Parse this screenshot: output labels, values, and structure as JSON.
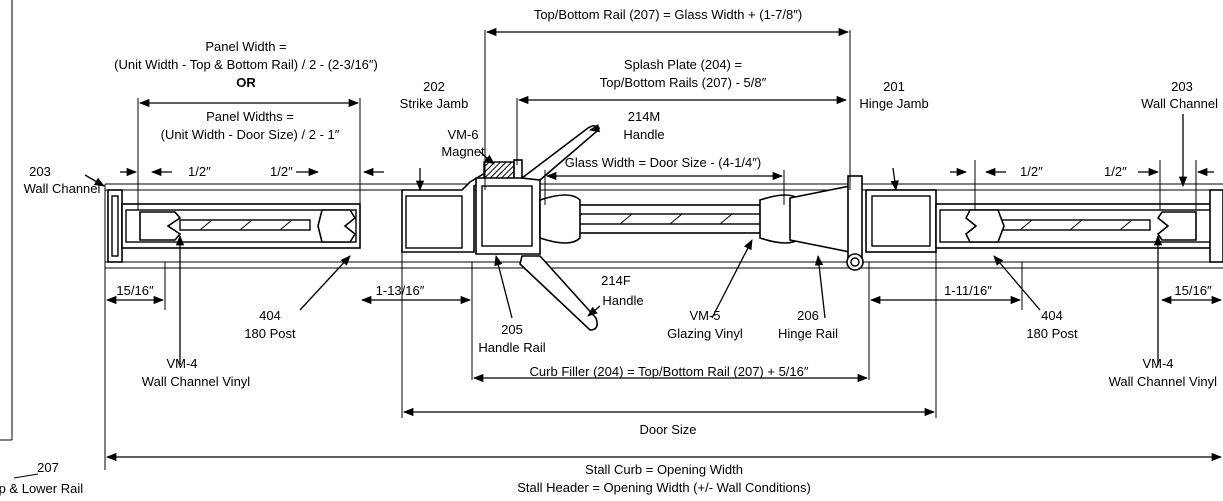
{
  "labels": {
    "top_bottom_rail_formula": "Top/Bottom Rail (207) = Glass Width + (1-7/8″)",
    "panel_width_title": "Panel Width =",
    "panel_width_formula": "(Unit Width - Top & Bottom Rail) / 2 - (2-3/16″)",
    "or": "OR",
    "panel_widths_title": "Panel Widths =",
    "panel_widths_formula": "(Unit Width - Door Size) / 2 - 1″",
    "splash_plate_title": "Splash Plate (204) =",
    "splash_plate_formula": "Top/Bottom Rails (207) - 5/8″",
    "strike_jamb_num": "202",
    "strike_jamb_name": "Strike Jamb",
    "hinge_jamb_num": "201",
    "hinge_jamb_name": "Hinge Jamb",
    "wall_channel_right_num": "203",
    "wall_channel_right_name": "Wall Channel",
    "wall_channel_left_num": "203",
    "wall_channel_left_name": "Wall Channel",
    "handle_m_num": "214M",
    "handle_m_name": "Handle",
    "magnet_num": "VM-6",
    "magnet_name": "Magnet",
    "glass_width_formula": "Glass Width = Door Size - (4-1/4″)",
    "half_inch_1": "1/2″",
    "half_inch_2": "1/2″",
    "half_inch_3": "1/2″",
    "half_inch_4": "1/2″",
    "dim_15_16_left": "15/16″",
    "dim_15_16_right": "15/16″",
    "dim_1_13_16": "1-13/16″",
    "dim_1_11_16": "1-11/16″",
    "post_left_num": "404",
    "post_left_name": "180 Post",
    "post_right_num": "404",
    "post_right_name": "180 Post",
    "handle_f_num": "214F",
    "handle_f_name": "Handle",
    "handle_rail_num": "205",
    "handle_rail_name": "Handle Rail",
    "glazing_vinyl_num": "VM-5",
    "glazing_vinyl_name": "Glazing Vinyl",
    "hinge_rail_num": "206",
    "hinge_rail_name": "Hinge Rail",
    "vinyl_left_num": "VM-4",
    "vinyl_left_name": "Wall Channel Vinyl",
    "vinyl_right_num": "VM-4",
    "vinyl_right_name": "Wall Channel Vinyl",
    "curb_filler_formula": "Curb Filler (204) = Top/Bottom Rail (207) + 5/16″",
    "door_size": "Door Size",
    "rail_207_num": "207",
    "rail_207_name": "Top & Lower Rail",
    "stall_curb": "Stall Curb = Opening Width",
    "stall_header": "Stall Header = Opening Width (+/- Wall Conditions)"
  }
}
